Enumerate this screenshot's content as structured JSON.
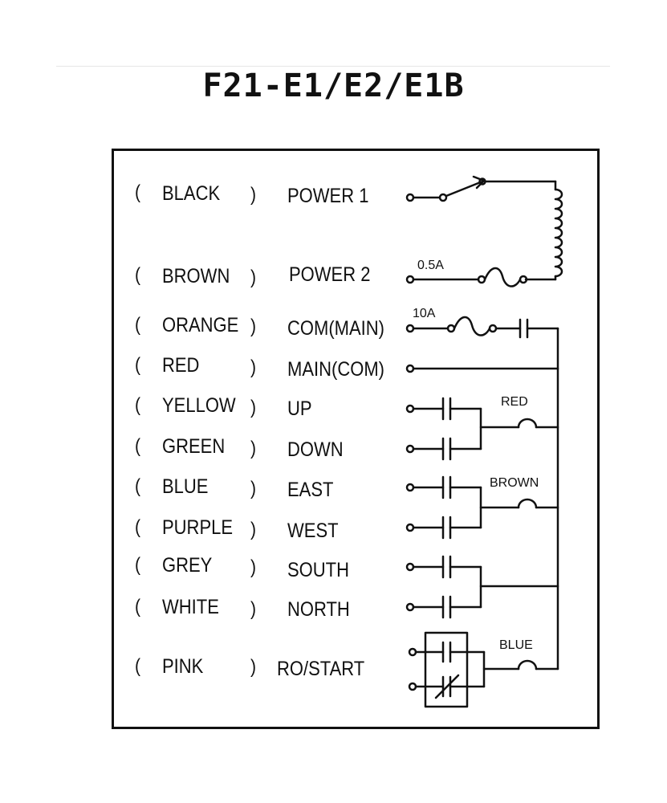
{
  "title": "F21-E1/E2/E1B",
  "rows": [
    {
      "open": "(",
      "color": "BLACK",
      "close": ")",
      "function": "POWER 1"
    },
    {
      "open": "(",
      "color": "BROWN",
      "close": ")",
      "function": "POWER 2"
    },
    {
      "open": "(",
      "color": "ORANGE",
      "close": ")",
      "function": "COM(MAIN)"
    },
    {
      "open": "(",
      "color": "RED",
      "close": ")",
      "function": "MAIN(COM)"
    },
    {
      "open": "(",
      "color": "YELLOW",
      "close": ")",
      "function": "UP"
    },
    {
      "open": "(",
      "color": "GREEN",
      "close": ")",
      "function": "DOWN"
    },
    {
      "open": "(",
      "color": "BLUE",
      "close": ")",
      "function": "EAST"
    },
    {
      "open": "(",
      "color": "PURPLE",
      "close": ")",
      "function": "WEST"
    },
    {
      "open": "(",
      "color": "GREY",
      "close": ")",
      "function": "SOUTH"
    },
    {
      "open": "(",
      "color": "WHITE",
      "close": ")",
      "function": "NORTH"
    },
    {
      "open": "(",
      "color": "PINK",
      "close": ")",
      "function": "RO/START"
    }
  ],
  "labels": {
    "fuse_power": "0.5A",
    "fuse_main": "10A",
    "coil_updown": "RED",
    "coil_eastwest": "BROWN",
    "coil_start": "BLUE"
  }
}
